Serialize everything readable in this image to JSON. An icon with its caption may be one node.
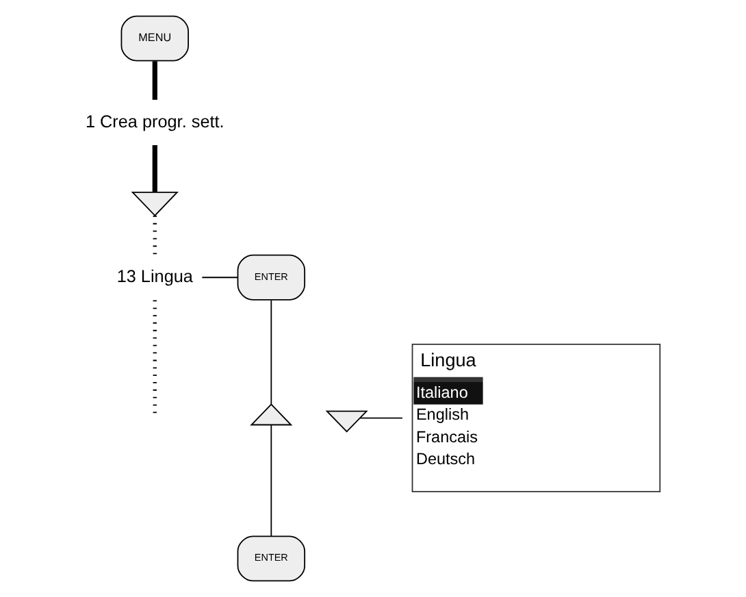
{
  "diagram": {
    "nodes": [
      {
        "text": [
          "MENU"
        ]
      },
      {
        "text": [
          "1 Crea progr. sett."
        ]
      },
      {
        "text": [],
        "shape": "button"
      },
      {
        "text": [
          "13 Lingua"
        ]
      },
      {
        "text": [
          "ENTER"
        ]
      },
      {
        "text": [],
        "shape": "button"
      },
      {
        "text": [],
        "shape": "button"
      },
      {
        "text": [
          "Lingua",
          "Italiano",
          "English",
          "Francais",
          "Deutsch"
        ]
      },
      {
        "text": [
          "ENTER"
        ]
      }
    ],
    "edges": [
      {
        "from": 0,
        "to": 1,
        "arrow": "none",
        "style": "thick"
      },
      {
        "from": 1,
        "to": 2,
        "arrow": "none",
        "style": "thick"
      },
      {
        "from": 2,
        "to": 3,
        "arrow": "none",
        "style": "dashed"
      },
      {
        "from": 3,
        "to": null,
        "arrow": "none",
        "style": "dashed"
      },
      {
        "from": 3,
        "to": 4,
        "arrow": "none"
      },
      {
        "from": 4,
        "to": 5,
        "arrow": "none"
      },
      {
        "from": 6,
        "to": 7,
        "arrow": "none"
      },
      {
        "from": 5,
        "to": 8,
        "arrow": "none"
      }
    ]
  }
}
